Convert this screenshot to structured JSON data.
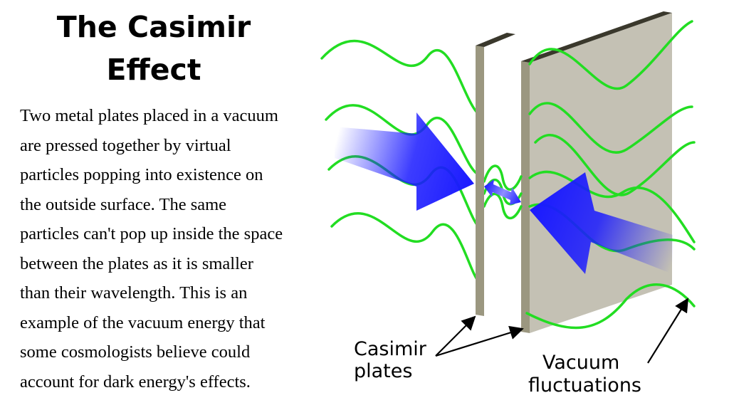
{
  "title": {
    "line1": "The Casimir",
    "line2": "Effect"
  },
  "description": {
    "lines": [
      "Two metal plates placed in a vacuum",
      "are pressed together by virtual",
      "particles popping into existence on",
      "the outside surface. The same",
      "particles can't pop up inside the space",
      "between the plates as it is smaller",
      "than their wavelength. This is an",
      "example of the vacuum energy that",
      "some cosmologists believe could",
      "account for dark energy's effects."
    ]
  },
  "labels": {
    "plates_line1": "Casimir",
    "plates_line2": "plates",
    "fluct_line1": "Vacuum",
    "fluct_line2": "fluctuations"
  },
  "colors": {
    "wave": "#22dd22",
    "plate_face": "#c4c1b4",
    "plate_edge": "#9b9780",
    "plate_top": "#3a382c",
    "arrow": "#1a1aff"
  }
}
